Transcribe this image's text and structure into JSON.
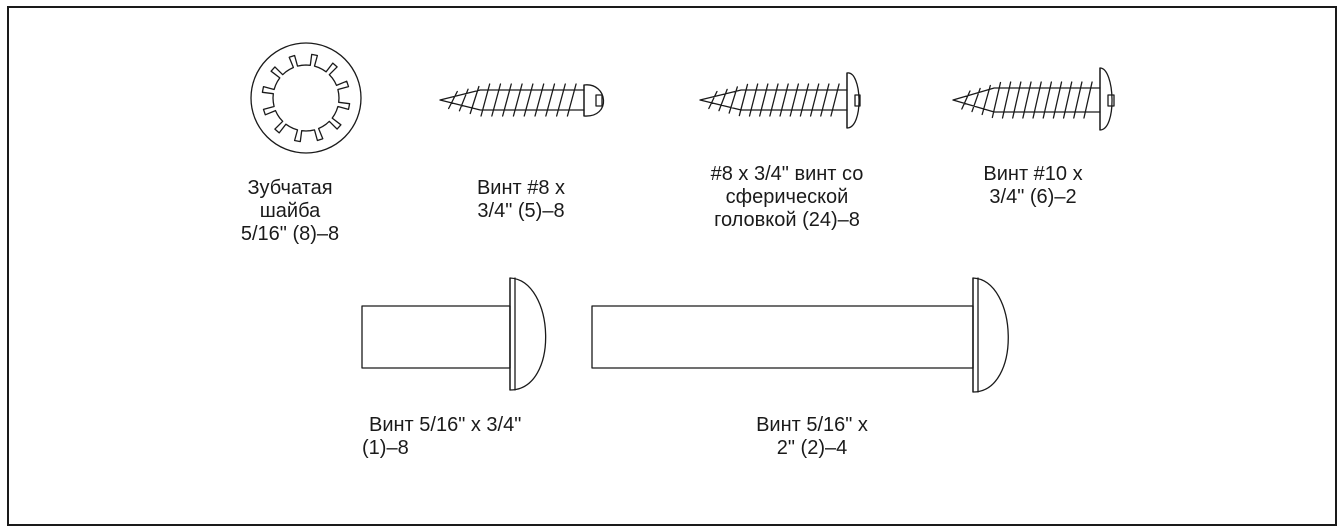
{
  "parts": [
    {
      "id": "star-washer",
      "lines": [
        "Зубчатая",
        "шайба",
        "5/16\" (8)–8"
      ]
    },
    {
      "id": "screw-8",
      "lines": [
        "Винт #8 x",
        "3/4\" (5)–8"
      ]
    },
    {
      "id": "screw-8-round",
      "lines": [
        "#8 x 3/4\" винт со",
        "сферической",
        "головкой  (24)–8"
      ]
    },
    {
      "id": "screw-10",
      "lines": [
        "Винт #10 x",
        "3/4\" (6)–2"
      ]
    },
    {
      "id": "bolt-short",
      "lines": [
        "Винт 5/16\" x 3/4\"",
        "(1)–8"
      ]
    },
    {
      "id": "bolt-long",
      "lines": [
        "Винт 5/16\" x",
        "2\"  (2)–4"
      ]
    }
  ]
}
